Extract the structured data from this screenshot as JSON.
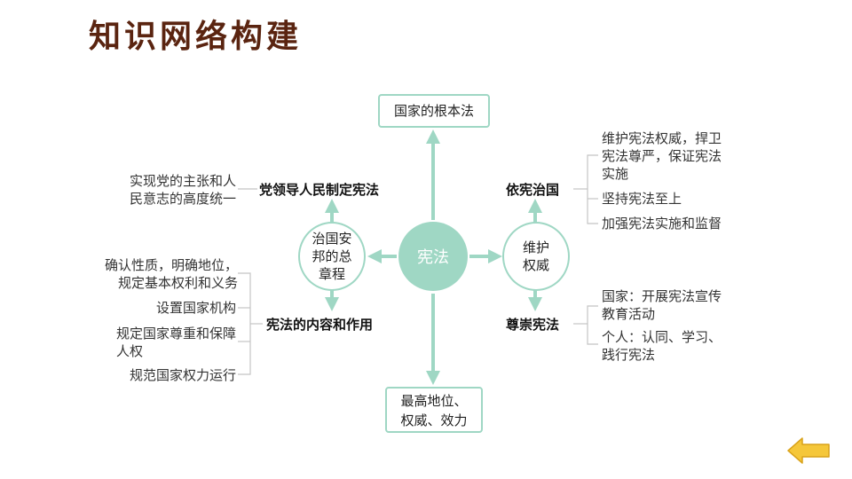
{
  "title": "知识网络构建",
  "center": "宪法",
  "top_box": "国家的根本法",
  "bottom_box": [
    "最高地位、",
    "权威、效力"
  ],
  "left_circle": [
    "治国安",
    "邦的总",
    "章程"
  ],
  "right_circle": [
    "维护",
    "权威"
  ],
  "left_top": {
    "label": "党领导人民制定宪法",
    "note": [
      "实现党的主张和人",
      "民意志的高度统一"
    ]
  },
  "left_bottom": {
    "label": "宪法的内容和作用",
    "items": [
      [
        "确认性质，明确地位，",
        "规定基本权利和义务"
      ],
      [
        "设置国家机构"
      ],
      [
        "规定国家尊重和保障",
        "人权"
      ],
      [
        "规范国家权力运行"
      ]
    ]
  },
  "right_top": {
    "label": "依宪治国",
    "items": [
      [
        "维护宪法权威，捍卫",
        "宪法尊严，保证宪法",
        "实施"
      ],
      [
        "坚持宪法至上"
      ],
      [
        "加强宪法实施和监督"
      ]
    ]
  },
  "right_bottom": {
    "label": "尊崇宪法",
    "items": [
      [
        "国家：开展宪法宣传",
        "教育活动"
      ],
      [
        "个人：认同、学习、",
        "践行宪法"
      ]
    ]
  },
  "colors": {
    "accent": "#9fd7c4",
    "title": "#5a2410",
    "back_arrow": "#f5c73a"
  },
  "icons": {
    "back": "left-arrow-icon"
  }
}
